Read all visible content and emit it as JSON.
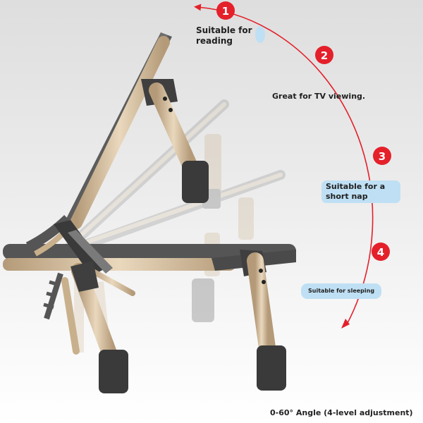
{
  "positions": [
    {
      "number": "1",
      "label": "Suitable for reading"
    },
    {
      "number": "2",
      "label": "Great for TV viewing."
    },
    {
      "number": "3",
      "label": "Suitable for a short nap"
    },
    {
      "number": "4",
      "label": "Suitable for sleeping"
    }
  ],
  "angle_text": "0-60° Angle (4-level adjustment)",
  "colors": {
    "arc": "#e4202a",
    "badge": "#e4202a",
    "label_highlight": "#bfe0f4",
    "frame_gold": "#c9b08c",
    "fabric": "#5a5a5a",
    "foot": "#3a3a3a"
  }
}
